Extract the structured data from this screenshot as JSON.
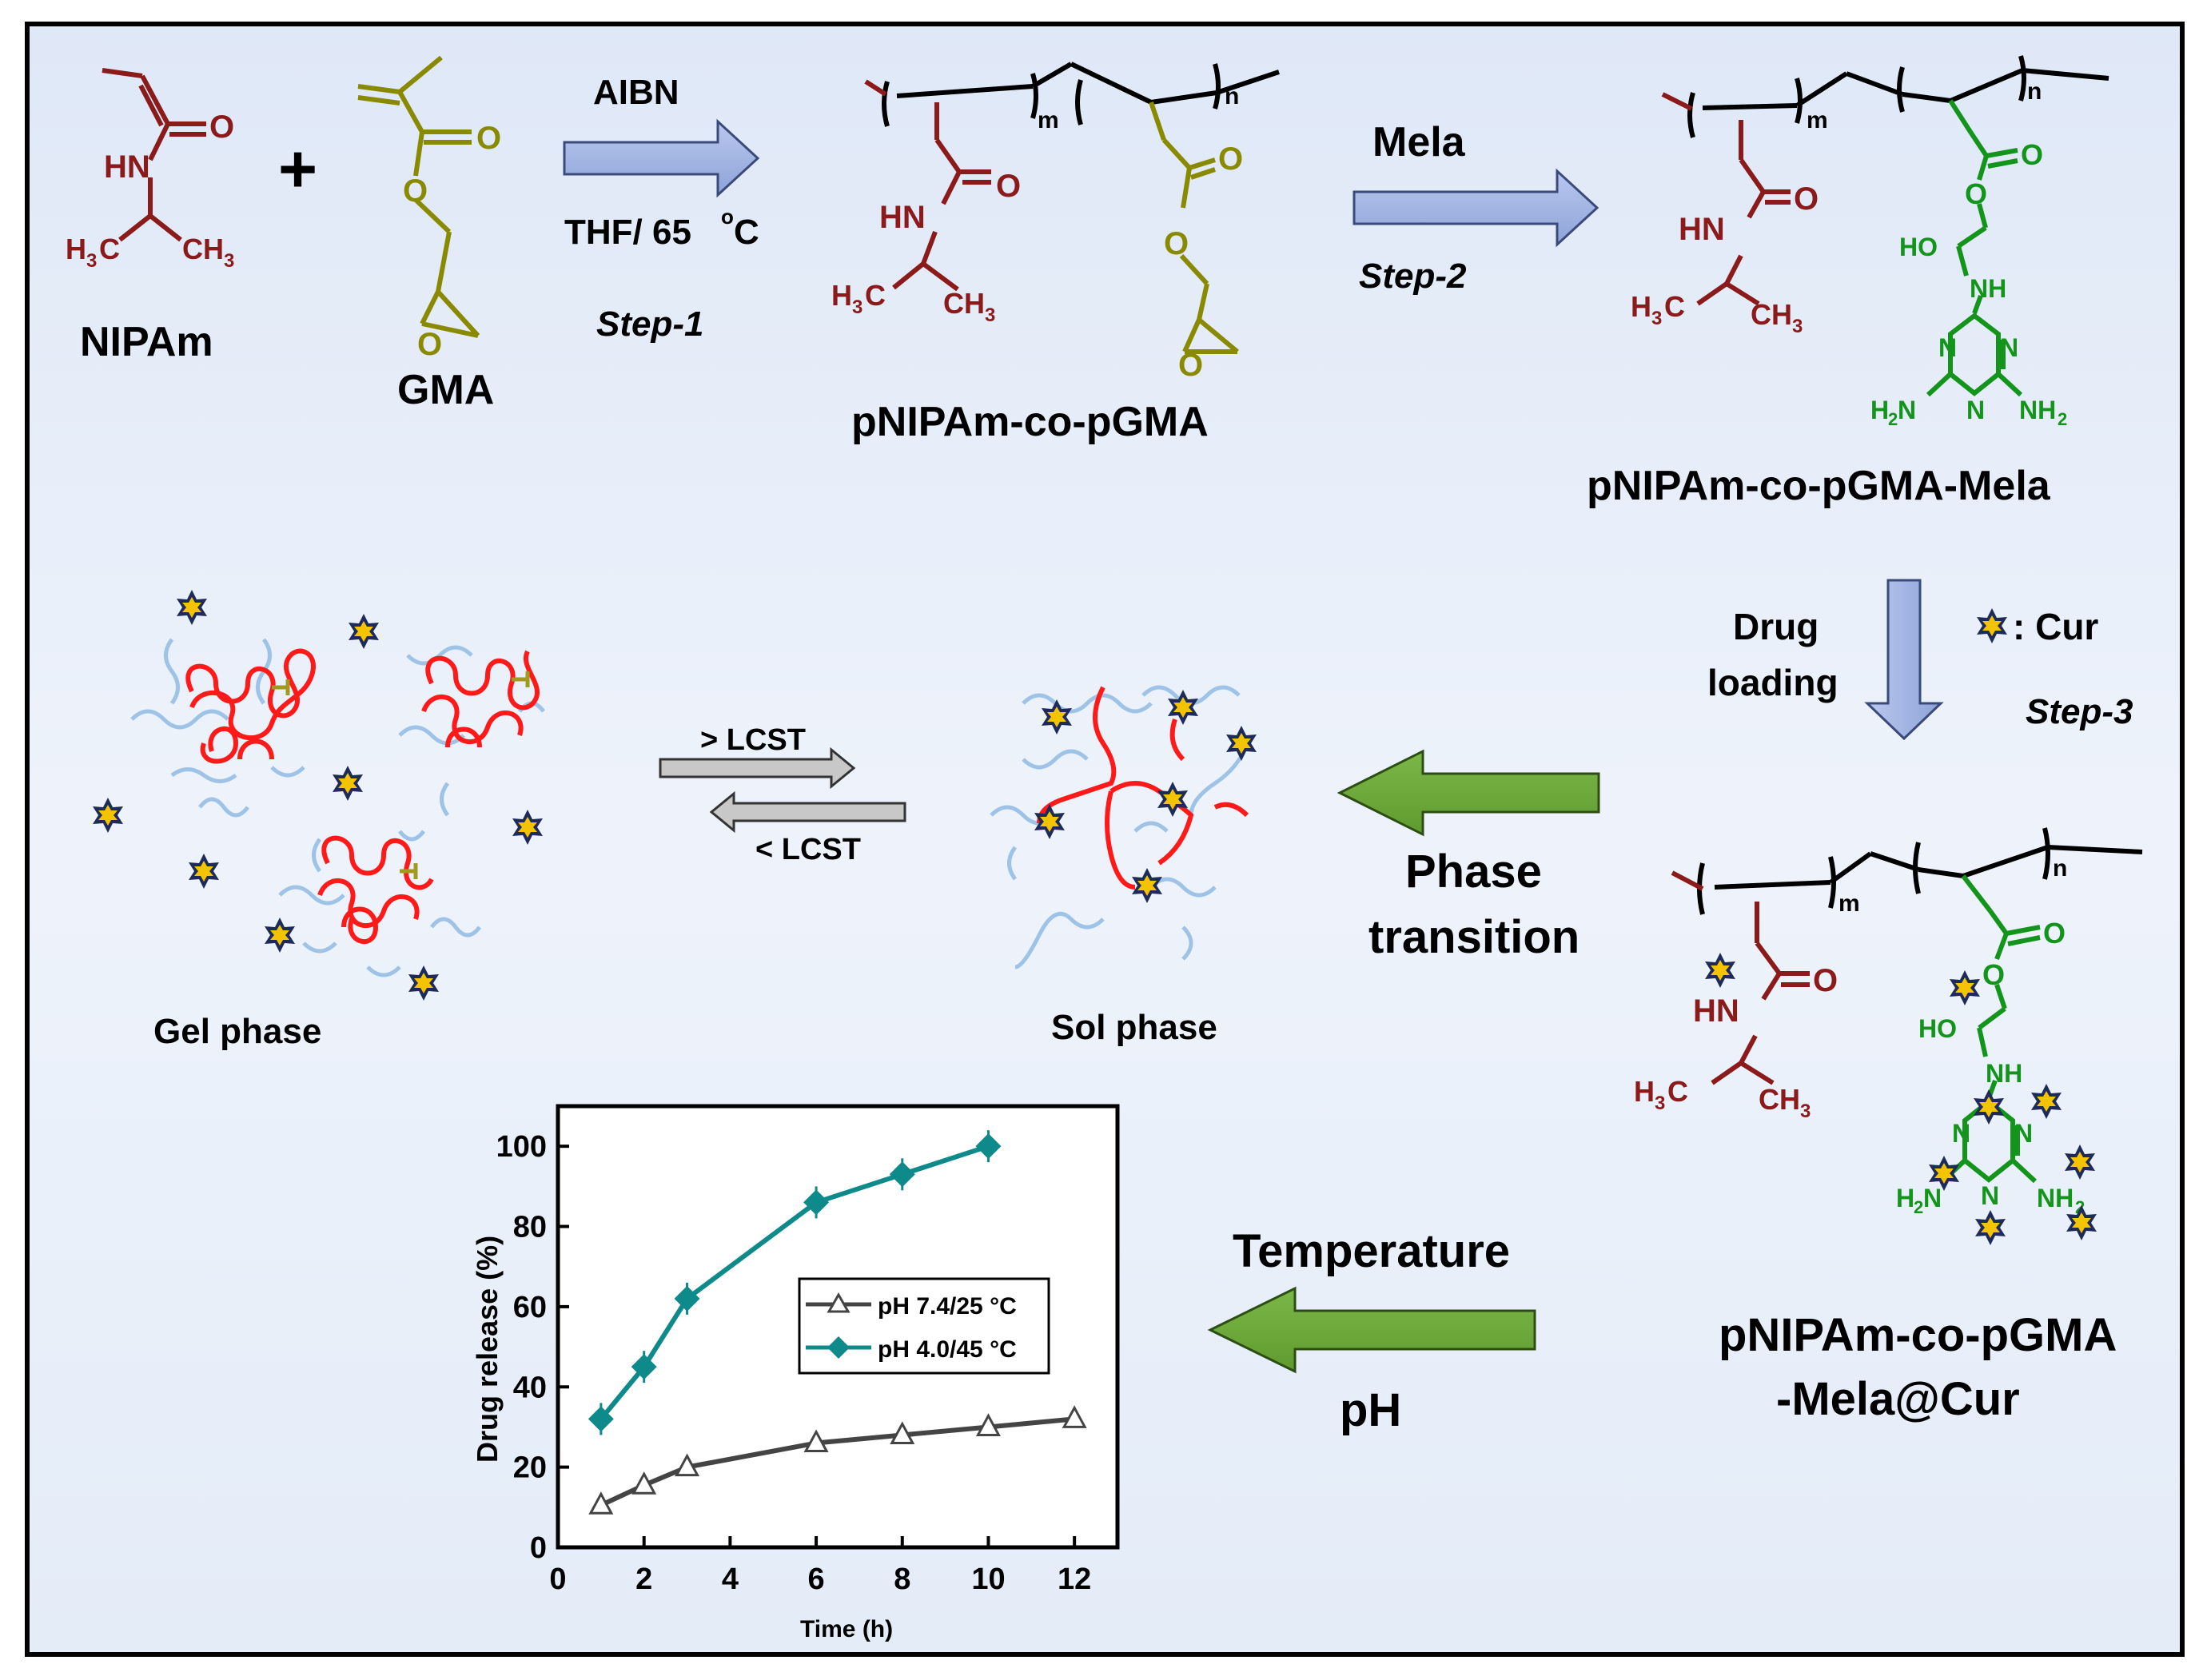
{
  "colors": {
    "nipam": "#8b1a1a",
    "gma": "#8a8a00",
    "mela": "#13941b",
    "process_arrow": "#9db0e0",
    "phase_arrow": "#6aa336",
    "lcst_arrow": "#c8c8c8",
    "teal_series": "#0f8a8a",
    "gray_series": "#444444",
    "star_fill": "#f5c400",
    "star_outline": "#1e2a5a"
  },
  "reagents": {
    "nipam": "NIPAm",
    "plus": "+",
    "gma": "GMA"
  },
  "atoms": {
    "o": "O",
    "hn": "HN",
    "nh": "NH",
    "ho": "HO",
    "n": "N",
    "ch3": "CH",
    "h3c_h": "H",
    "h3c_c": "C",
    "nh2_h": "H",
    "nh2_n": "N",
    "sub3": "3",
    "sub2": "2",
    "m": "m",
    "n_sub": "n"
  },
  "step1": {
    "reagent": "AIBN",
    "conditions_prefix": "THF/ 65 ",
    "deg": "o",
    "unit": "C",
    "label": "Step-1"
  },
  "step2": {
    "reagent": "Mela",
    "label": "Step-2"
  },
  "step3": {
    "line1": "Drug",
    "line2": "loading",
    "label": "Step-3",
    "legend": ": Cur"
  },
  "products": {
    "copolymer": "pNIPAm-co-pGMA",
    "mela": "pNIPAm-co-pGMA-Mela",
    "loaded_line1": "pNIPAm-co-pGMA",
    "loaded_line2": "-Mela@Cur"
  },
  "phases": {
    "gel": "Gel phase",
    "sol": "Sol phase",
    "above": "> LCST",
    "below": "< LCST",
    "transition_line1": "Phase",
    "transition_line2": "transition",
    "stimulus1": "Temperature",
    "stimulus2": "pH"
  },
  "chart_data": {
    "type": "line",
    "xlabel": "Time (h)",
    "ylabel": "Drug release (%)",
    "xlim": [
      0,
      13
    ],
    "ylim": [
      0,
      110
    ],
    "xticks": [
      0,
      2,
      4,
      6,
      8,
      10,
      12
    ],
    "yticks": [
      0,
      20,
      40,
      60,
      80,
      100
    ],
    "legend_position": "middle-right",
    "series": [
      {
        "name": "pH 7.4/25 °C",
        "marker": "open-triangle",
        "color": "#444444",
        "x": [
          1,
          2,
          3,
          6,
          8,
          10,
          12
        ],
        "y": [
          10.5,
          15.5,
          20,
          26,
          28,
          30,
          32
        ]
      },
      {
        "name": "pH 4.0/45 °C",
        "marker": "filled-diamond",
        "color": "#0f8a8a",
        "x": [
          1,
          2,
          3,
          6,
          8,
          10
        ],
        "y": [
          32,
          45,
          62,
          86,
          93,
          100
        ]
      }
    ]
  }
}
